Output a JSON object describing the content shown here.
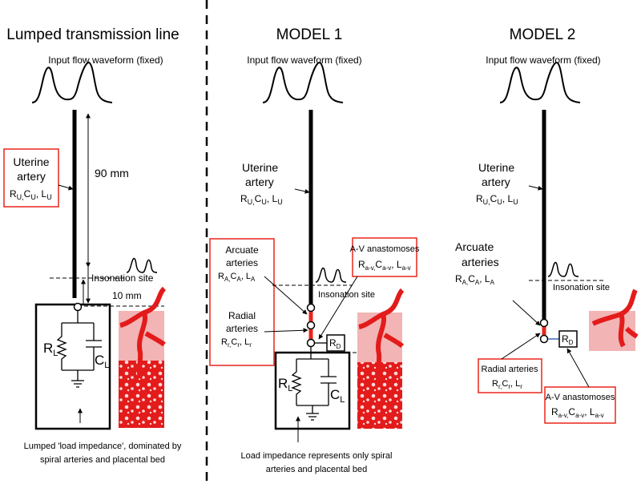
{
  "panels": {
    "left": {
      "title": "Lumped transmission line",
      "input_label": "Input flow waveform (fixed)",
      "uterine_line1": "Uterine",
      "uterine_line2": "artery",
      "uterine_params": [
        "R",
        "U,",
        "C",
        "U",
        ", L",
        "U"
      ],
      "length_label": "90 mm",
      "insonation_label": "Insonation site",
      "offset_label": "10 mm",
      "rl": [
        "R",
        "L"
      ],
      "cl": [
        "C",
        "L"
      ],
      "caption_line1": "Lumped 'load impedance', dominated by",
      "caption_line2": "spiral arteries and placental bed"
    },
    "model1": {
      "title": "MODEL 1",
      "input_label": "Input flow waveform (fixed)",
      "uterine_line1": "Uterine",
      "uterine_line2": "artery",
      "uterine_params": [
        "R",
        "U,",
        "C",
        "U",
        ", L",
        "U"
      ],
      "arcuate_line1": "Arcuate",
      "arcuate_line2": "arteries",
      "arcuate_params": [
        "R",
        "A,",
        "C",
        "A",
        ", L",
        "A"
      ],
      "av_title": "A-V anastomoses",
      "av_params": [
        "R",
        "a-v,",
        "C",
        "a-v",
        ", L",
        "a-v"
      ],
      "insonation_label": "Insonation site",
      "radial_line1": "Radial",
      "radial_line2": "arteries",
      "radial_params": [
        "R",
        "r,",
        "C",
        "r",
        ", L",
        "r"
      ],
      "rd": [
        "R",
        "D"
      ],
      "rl": [
        "R",
        "L"
      ],
      "cl": [
        "C",
        "L"
      ],
      "caption_line1": "Load impedance represents only spiral",
      "caption_line2": "arteries and placental bed"
    },
    "model2": {
      "title": "MODEL 2",
      "input_label": "Input flow waveform (fixed)",
      "uterine_line1": "Uterine",
      "uterine_line2": "artery",
      "uterine_params": [
        "R",
        "U,",
        "C",
        "U",
        ", L",
        "U"
      ],
      "arcuate_line1": "Arcuate",
      "arcuate_line2": "arteries",
      "arcuate_params": [
        "R",
        "A,",
        "C",
        "A",
        ", L",
        "A"
      ],
      "insonation_label": "Insonation site",
      "rd": [
        "R",
        "D"
      ],
      "radial_title": "Radial arteries",
      "radial_params": [
        "R",
        "r,",
        "C",
        "r",
        ", L",
        "r"
      ],
      "av_title": "A-V anastomoses",
      "av_params": [
        "R",
        "a-v,",
        "C",
        "a-v",
        ", L",
        "a-v"
      ]
    }
  },
  "colors": {
    "line": "#000000",
    "highlight": "#e8261c",
    "tissue": "#f2b4b4",
    "vessel": "#e31b1b",
    "box_border": "#e8261c"
  }
}
